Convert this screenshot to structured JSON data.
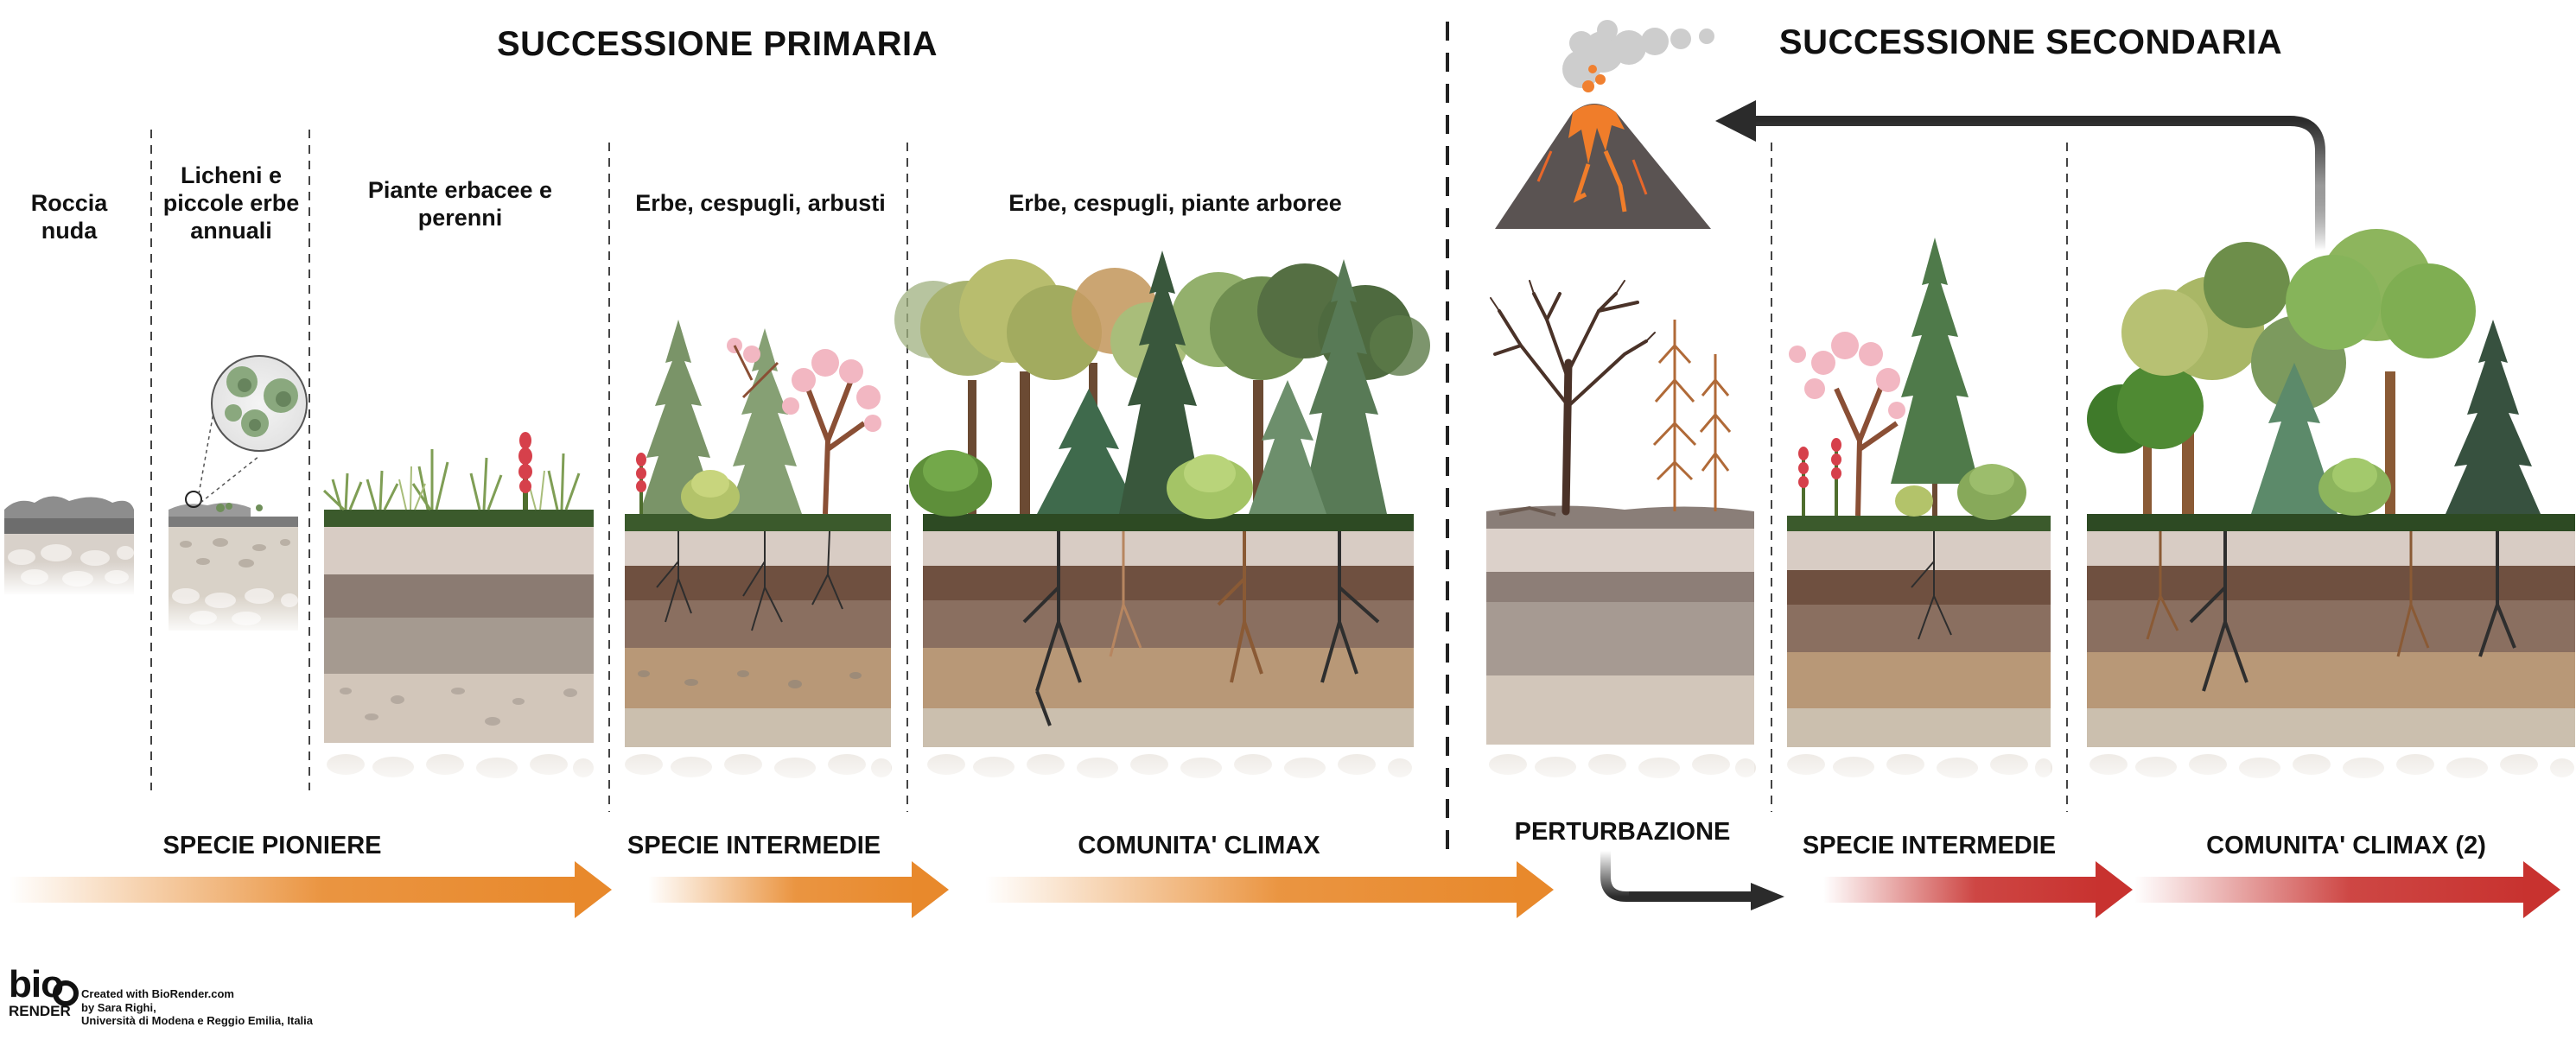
{
  "titles": {
    "primary": "SUCCESSIONE PRIMARIA",
    "secondary": "SUCCESSIONE SECONDARIA"
  },
  "stages": [
    {
      "label": "Roccia nuda"
    },
    {
      "label": "Licheni e piccole erbe annuali"
    },
    {
      "label": "Piante erbacee e perenni"
    },
    {
      "label": "Erbe, cespugli, arbusti"
    },
    {
      "label": "Erbe, cespugli, piante arboree"
    }
  ],
  "phases": [
    {
      "label": "SPECIE PIONIERE"
    },
    {
      "label": "SPECIE INTERMEDIE"
    },
    {
      "label": "COMUNITA' CLIMAX"
    },
    {
      "label": "PERTURBAZIONE"
    },
    {
      "label": "SPECIE INTERMEDIE"
    },
    {
      "label": "COMUNITA' CLIMAX (2)"
    }
  ],
  "credits": {
    "logo_top": "bio",
    "logo_bottom": "RENDER",
    "line1": "Created with BioRender.com",
    "line2": "by Sara Righi,",
    "line3": "Università di Modena e Reggio Emilia, Italia"
  },
  "colors": {
    "orange_arrow": "#e8892c",
    "red_arrow": "#c8322f",
    "dark_arrow": "#2b2b2b",
    "topsoil": "#7a5a47",
    "grass": "#3b5a2c"
  }
}
